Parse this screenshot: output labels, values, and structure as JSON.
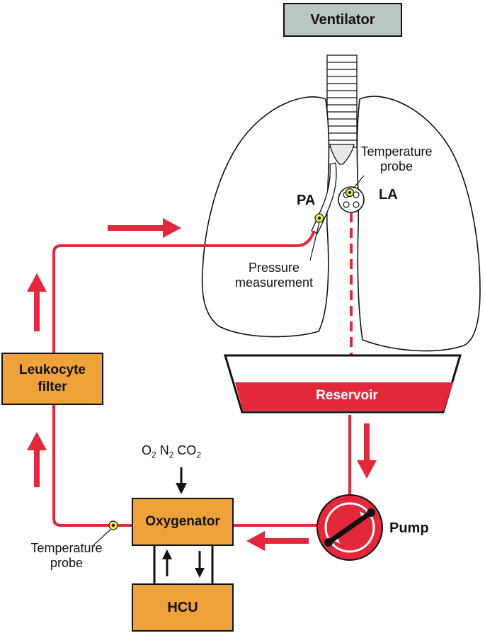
{
  "labels": {
    "ventilator": "Ventilator",
    "temperature_probe_top_line1": "Temperature",
    "temperature_probe_top_line2": "probe",
    "pa": "PA",
    "la": "LA",
    "pressure_line1": "Pressure",
    "pressure_line2": "measurement",
    "reservoir": "Reservoir",
    "leukocyte_line1": "Leukocyte",
    "leukocyte_line2": "filter",
    "gases": {
      "o": "O",
      "o_sub": "2",
      "n": "N",
      "n_sub": "2",
      "co": "CO",
      "co_sub": "2"
    },
    "oxygenator": "Oxygenator",
    "pump": "Pump",
    "hcu": "HCU",
    "temperature_probe_bottom_line1": "Temperature",
    "temperature_probe_bottom_line2": "probe"
  },
  "colors": {
    "circuit_red": "#e2283a",
    "arrow_red": "#e2283a",
    "box_orange": "#f0a23a",
    "ventilator_gray": "#b9c6c4",
    "probe_yellow": "#f3ee3a",
    "outline": "#111111"
  }
}
